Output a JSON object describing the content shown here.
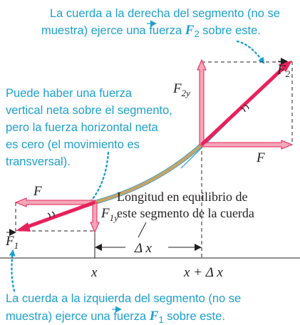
{
  "captions": {
    "top_line1": "La cuerda a la derecha del segmento (no se",
    "top_line2_pre": "muestra) ejerce una fuerza ",
    "top_line2_vec": "F",
    "top_line2_sub": "2",
    "top_line2_post": " sobre este.",
    "left_line1": "Puede haber una fuerza",
    "left_line2": "vertical neta sobre el segmento,",
    "left_line3": "pero la fuerza horizontal neta",
    "left_line4": "es cero (el movimiento es",
    "left_line5": "transversal).",
    "bottom_line1": "La cuerda a la izquierda del segmento (no se",
    "bottom_line2_pre": "muestra) ejerce una fuerza ",
    "bottom_line2_vec": "F",
    "bottom_line2_sub": "1",
    "bottom_line2_post": " sobre este."
  },
  "labels": {
    "f2_main": "F",
    "f2_sub": "2",
    "f2y_main": "F",
    "f2y_sub": "2y",
    "f_right": "F",
    "f_left": "F",
    "f1y_main": "F",
    "f1y_sub": "1y",
    "f1_main": "F",
    "f1_sub": "1",
    "length_line1": "Longitud en equilibrio de",
    "length_line2": "este segmento de la cuerda",
    "delta_x": "Δ x",
    "axis_x": "x",
    "axis_x_dx": "x + Δ x"
  },
  "colors": {
    "caption": "#1ea0cf",
    "force_arrow": "#e8215a",
    "force_arrow_light": "#f4a7b8",
    "string_fill": "#c9a463",
    "string_edge": "#4a9fc4",
    "line": "#231f20"
  }
}
